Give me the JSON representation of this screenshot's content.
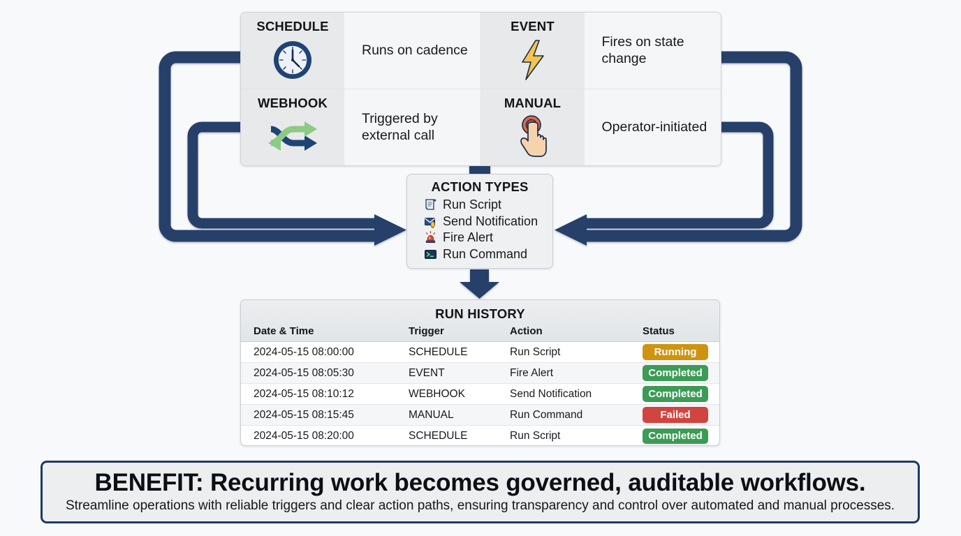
{
  "page": {
    "background_color": "#f7f9fb",
    "accent_color": "#1e3a63"
  },
  "triggers": {
    "cells": [
      {
        "title": "SCHEDULE",
        "icon": "clock-icon",
        "description": "Runs on cadence"
      },
      {
        "title": "EVENT",
        "icon": "lightning-bolt-icon",
        "description": "Fires on state change"
      },
      {
        "title": "WEBHOOK",
        "icon": "shuffle-arrows-icon",
        "description": "Triggered by external call"
      },
      {
        "title": "MANUAL",
        "icon": "hand-tap-icon",
        "description": "Operator-initiated"
      }
    ]
  },
  "action_types": {
    "title": "ACTION TYPES",
    "items": [
      {
        "label": "Run Script",
        "icon": "script-scroll-icon"
      },
      {
        "label": "Send Notification",
        "icon": "envelope-bell-icon"
      },
      {
        "label": "Fire Alert",
        "icon": "siren-icon"
      },
      {
        "label": "Run Command",
        "icon": "terminal-prompt-icon"
      }
    ]
  },
  "run_history": {
    "title": "RUN HISTORY",
    "columns": [
      "Date & Time",
      "Trigger",
      "Action",
      "Status"
    ],
    "rows": [
      {
        "datetime": "2024-05-15 08:00:00",
        "trigger": "SCHEDULE",
        "action": "Run Script",
        "status": "Running",
        "status_color": "#d0930f"
      },
      {
        "datetime": "2024-05-15 08:05:30",
        "trigger": "EVENT",
        "action": "Fire Alert",
        "status": "Completed",
        "status_color": "#3c9b55"
      },
      {
        "datetime": "2024-05-15 08:10:12",
        "trigger": "WEBHOOK",
        "action": "Send Notification",
        "status": "Completed",
        "status_color": "#3c9b55"
      },
      {
        "datetime": "2024-05-15 08:15:45",
        "trigger": "MANUAL",
        "action": "Run Command",
        "status": "Failed",
        "status_color": "#d0453f"
      },
      {
        "datetime": "2024-05-15 08:20:00",
        "trigger": "SCHEDULE",
        "action": "Run Script",
        "status": "Completed",
        "status_color": "#3c9b55"
      }
    ]
  },
  "benefit": {
    "headline": "BENEFIT: Recurring work becomes governed, auditable workflows.",
    "subtext": "Streamline operations with reliable triggers and clear action paths, ensuring transparency and control over automated and manual processes."
  }
}
